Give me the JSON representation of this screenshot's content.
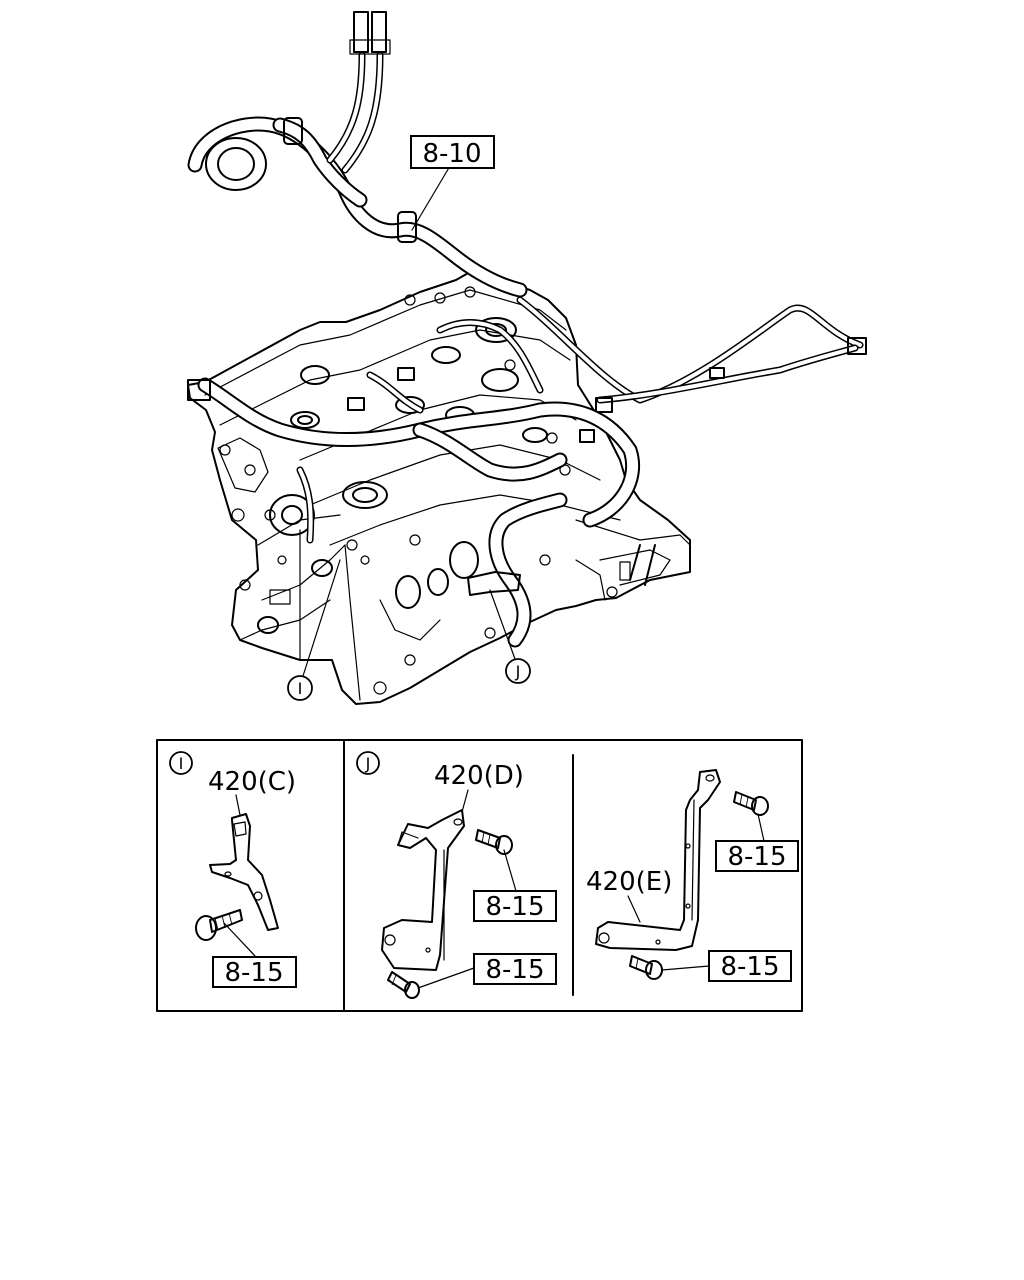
{
  "callouts": {
    "harness_ref": "8-10",
    "detail_i_marker": "I",
    "detail_j_marker": "J"
  },
  "detail_i": {
    "marker": "I",
    "part_label": "420(C)",
    "bolt_ref": "8-15"
  },
  "detail_j": {
    "marker": "J",
    "part_label": "420(D)",
    "bolt_ref_upper": "8-15",
    "bolt_ref_lower": "8-15"
  },
  "detail_e": {
    "part_label": "420(E)",
    "bolt_ref_upper": "8-15",
    "bolt_ref_lower": "8-15"
  }
}
